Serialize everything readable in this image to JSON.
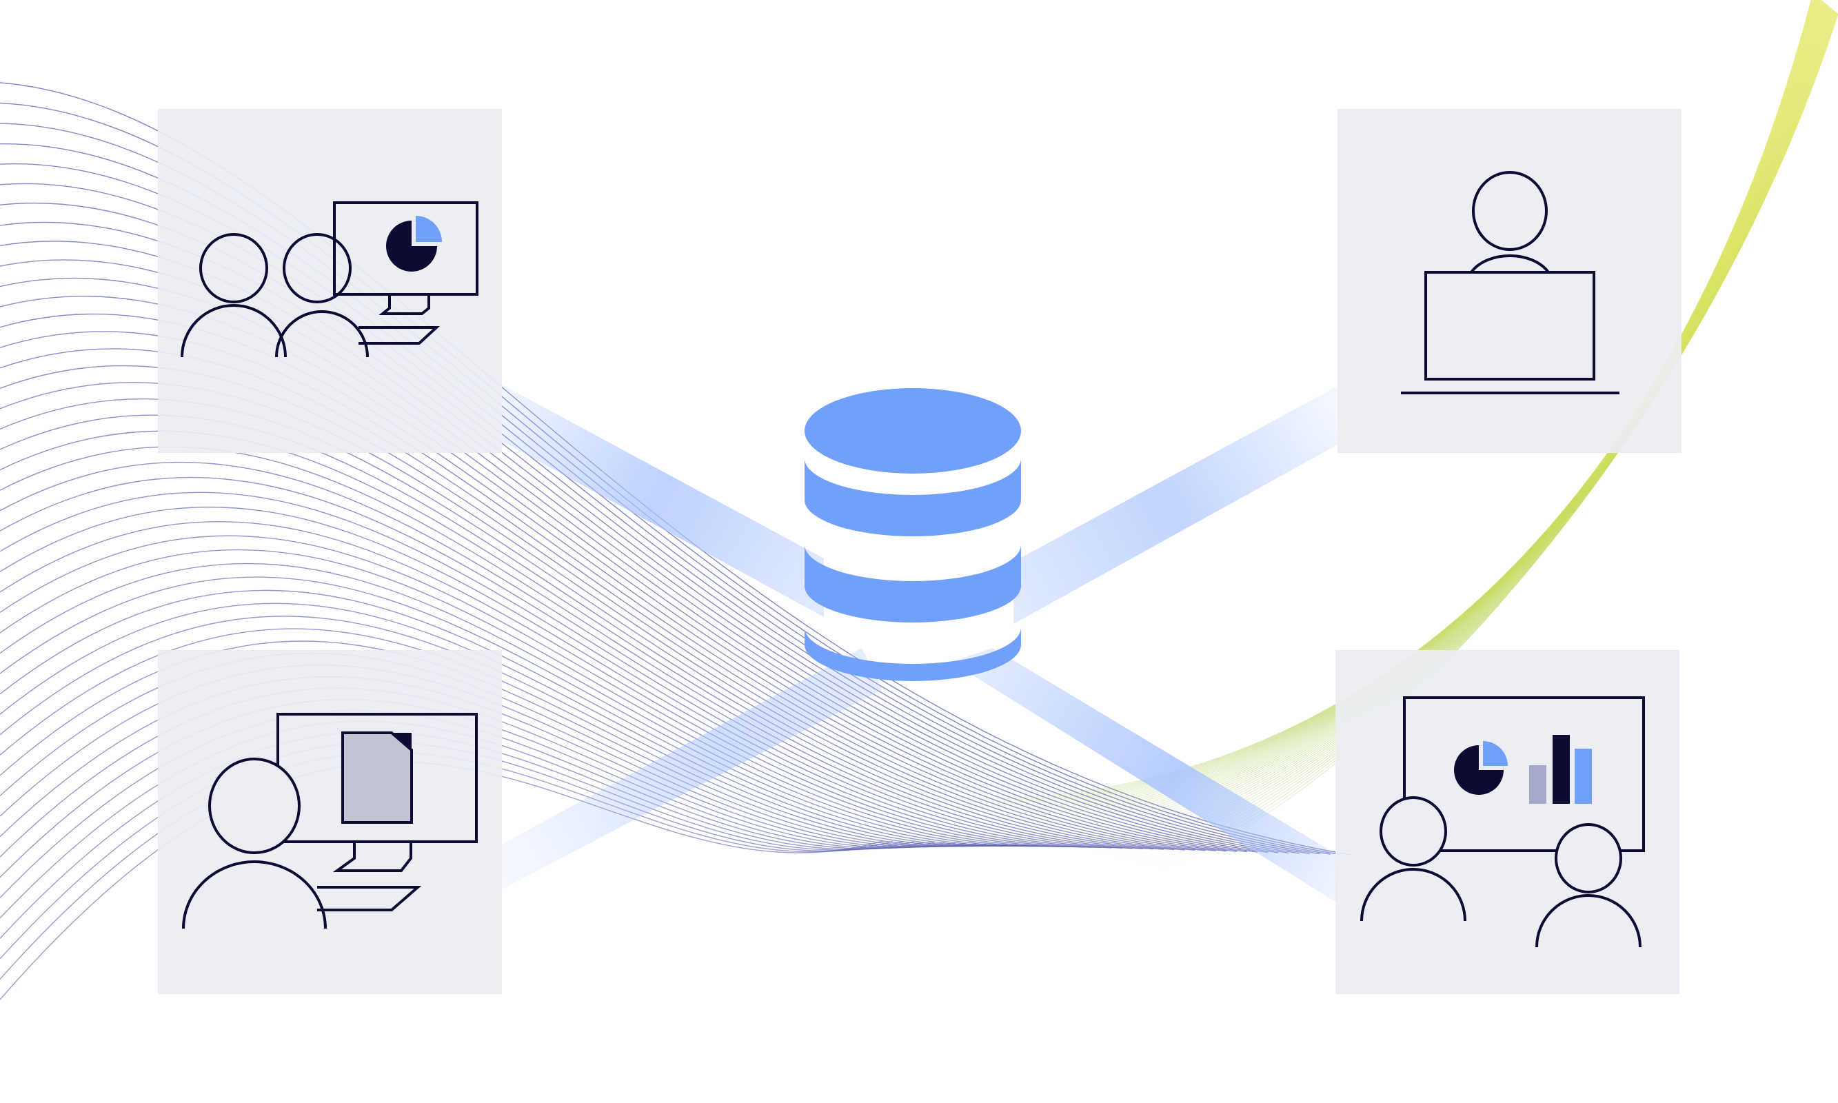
{
  "colors": {
    "background": "#ffffff",
    "panel": "#ECEDF2",
    "stroke": "#0B0B33",
    "accent_blue": "#70A0FA",
    "beam_blue": "#A9C3FF",
    "wave_left": "#5B5FB0",
    "wave_right": "#B6D35A",
    "doc_fill": "#C2C3D3",
    "bar_muted": "#A6A9C8"
  },
  "nodes": [
    {
      "id": "team-presentation",
      "icon": "two-people-monitor-pie-chart-icon"
    },
    {
      "id": "laptop-user",
      "icon": "person-laptop-icon"
    },
    {
      "id": "document-viewer",
      "icon": "person-monitor-document-icon"
    },
    {
      "id": "analytics-meeting",
      "icon": "two-people-board-chart-icon"
    }
  ],
  "hub": {
    "icon": "database-icon"
  }
}
